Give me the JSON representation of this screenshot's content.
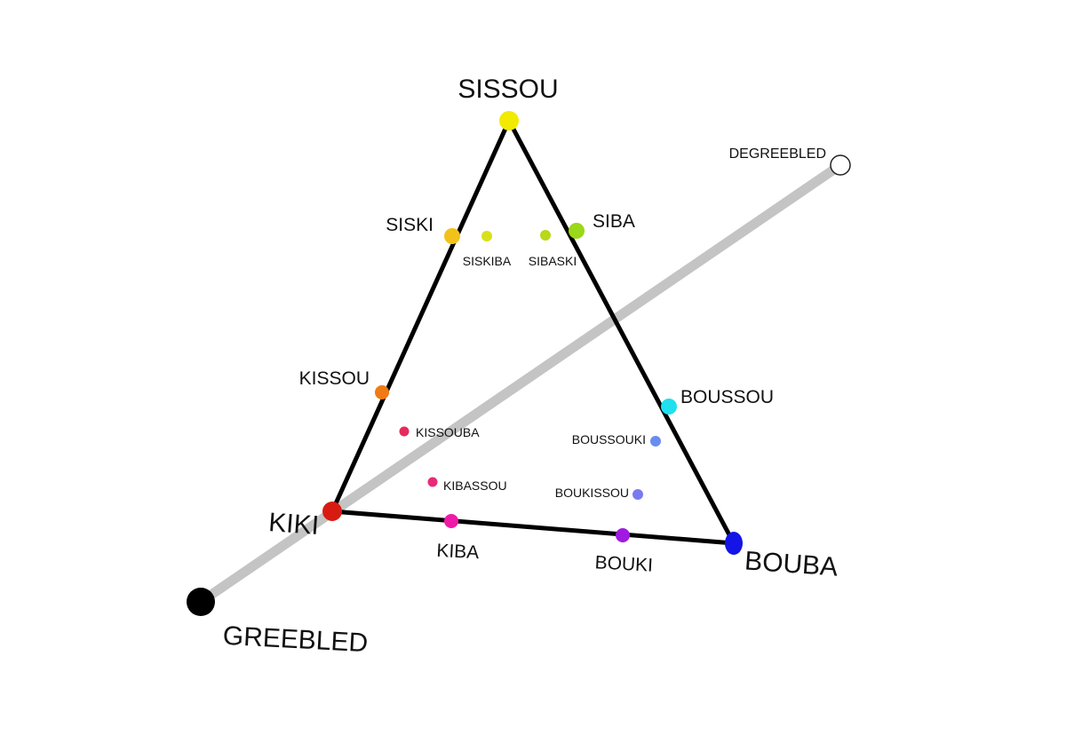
{
  "vertices": {
    "sissou": {
      "label": "SISSOU",
      "color": "#f2ea00"
    },
    "kiki": {
      "label": "KIKI",
      "color": "#d81b12"
    },
    "bouba": {
      "label": "BOUBA",
      "color": "#1414e6"
    }
  },
  "edge_points": {
    "siski": {
      "label": "SISKI",
      "color": "#f2c21a"
    },
    "siba": {
      "label": "SIBA",
      "color": "#9ad81a"
    },
    "kissou": {
      "label": "KISSOU",
      "color": "#f07a14"
    },
    "boussou": {
      "label": "BOUSSOU",
      "color": "#1ee0ee"
    },
    "kiba": {
      "label": "KIBA",
      "color": "#f01aa8"
    },
    "bouki": {
      "label": "BOUKI",
      "color": "#a01ae0"
    }
  },
  "inner_points": {
    "siskiba": {
      "label": "SISKIBA",
      "color": "#d8e01a"
    },
    "sibaski": {
      "label": "SIBASKI",
      "color": "#b8d81a"
    },
    "kissouba": {
      "label": "KISSOUBA",
      "color": "#e82a5a"
    },
    "kibassou": {
      "label": "KIBASSOU",
      "color": "#e82a7a"
    },
    "boussouki": {
      "label": "BOUSSOUKI",
      "color": "#6a8cf0"
    },
    "boukissou": {
      "label": "BOUKISSOU",
      "color": "#7a7af0"
    }
  },
  "axis": {
    "start_label": "GREEBLED",
    "start_color": "#000000",
    "end_label": "DEGREEBLED",
    "end_color": "#ffffff",
    "line_color": "#c4c4c4"
  },
  "edge_color": "#000000"
}
